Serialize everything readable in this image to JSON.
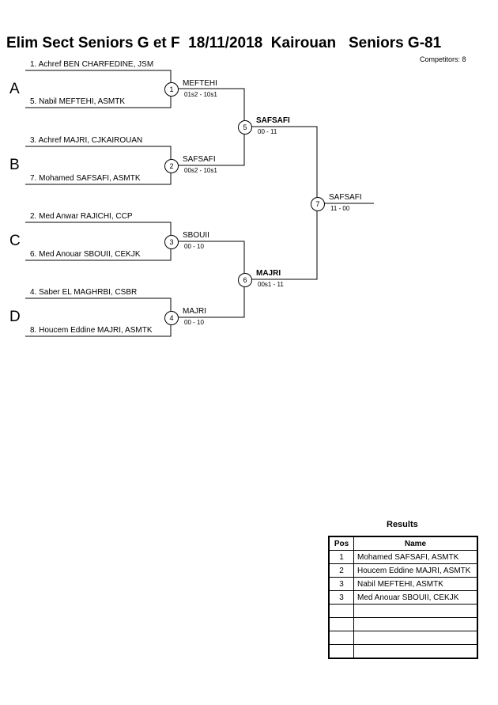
{
  "header": {
    "title": "Elim Sect Seniors G et F  18/11/2018  Kairouan   Seniors G-81",
    "competitors": "Competitors: 8"
  },
  "pools": [
    "A",
    "B",
    "C",
    "D"
  ],
  "entrants": [
    "1. Achref BEN CHARFEDINE, JSM",
    "5. Nabil MEFTEHI, ASMTK",
    "3. Achref MAJRI, CJKAIROUAN",
    "7. Mohamed SAFSAFI, ASMTK",
    "2. Med Anwar RAJICHI, CCP",
    "6. Med Anouar SBOUII, CEKJK",
    "4. Saber EL MAGHRBI, CSBR",
    "8. Houcem Eddine MAJRI, ASMTK"
  ],
  "matches": [
    {
      "number": "1",
      "winner": "MEFTEHI",
      "score": "01s2 - 10s1"
    },
    {
      "number": "2",
      "winner": "SAFSAFI",
      "score": "00s2 - 10s1"
    },
    {
      "number": "3",
      "winner": "SBOUII",
      "score": "00 - 10"
    },
    {
      "number": "4",
      "winner": "MAJRI",
      "score": "00 - 10"
    },
    {
      "number": "5",
      "winner": "SAFSAFI",
      "score": "00 - 11"
    },
    {
      "number": "6",
      "winner": "MAJRI",
      "score": "00s1 - 11"
    },
    {
      "number": "7",
      "winner": "SAFSAFI",
      "score": "11 - 00"
    }
  ],
  "results": {
    "title": "Results",
    "headers": {
      "pos": "Pos",
      "name": "Name"
    },
    "rows": [
      {
        "pos": "1",
        "name": "Mohamed SAFSAFI, ASMTK"
      },
      {
        "pos": "2",
        "name": "Houcem Eddine MAJRI, ASMTK"
      },
      {
        "pos": "3",
        "name": "Nabil MEFTEHI, ASMTK"
      },
      {
        "pos": "3",
        "name": "Med Anouar SBOUII, CEKJK"
      },
      {
        "pos": "",
        "name": ""
      },
      {
        "pos": "",
        "name": ""
      },
      {
        "pos": "",
        "name": ""
      },
      {
        "pos": "",
        "name": ""
      }
    ]
  }
}
